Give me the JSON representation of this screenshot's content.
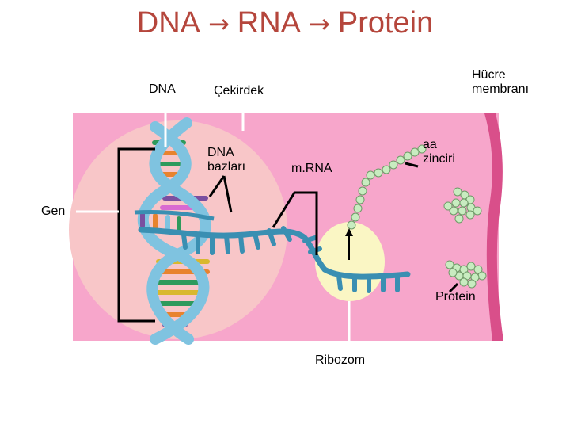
{
  "title": {
    "part1": "DNA",
    "arrow1": "→",
    "part2": "RNA",
    "arrow2": "→",
    "part3": "Protein"
  },
  "labels": {
    "dna": "DNA",
    "nucleus": "Çekirdek",
    "membrane_line1": "Hücre",
    "membrane_line2": "membranı",
    "dna_bases_line1": "DNA",
    "dna_bases_line2": "bazları",
    "mrna": "m.RNA",
    "aa_line1": "aa",
    "aa_line2": "zinciri",
    "gene": "Gen",
    "protein": "Protein",
    "ribosome": "Ribozom"
  },
  "colors": {
    "title": "#b5463c",
    "cell_fill": "#f7a6cb",
    "cell_edge": "#d94f8a",
    "nucleus_fill": "#f8c6c8",
    "dna_strand": "#7fc3e0",
    "mrna": "#3a8fb2",
    "ribosome": "#faf6c4",
    "amino_acid": "#c8ecc0"
  }
}
